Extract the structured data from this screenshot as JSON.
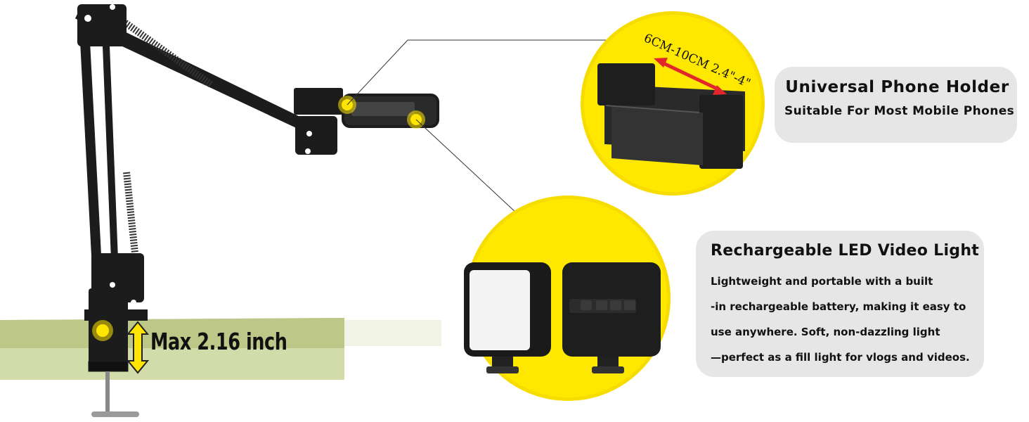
{
  "phone_holder": {
    "title": "Universal Phone Holder",
    "subtitle": "Suitable For Most Mobile Phones",
    "width_label": "6CM-10CM 2.4\"-4\""
  },
  "led_light": {
    "title": "Rechargeable LED Video Light",
    "description_lines": [
      "Lightweight and portable with a built",
      "-in rechargeable battery, making it easy to",
      "use anywhere. Soft, non-dazzling light",
      "—perfect as a fill light for vlogs and videos."
    ]
  },
  "clamp": {
    "label": "Max 2.16 inch"
  },
  "colors": {
    "accent_yellow": "#ffe500",
    "card_gray": "#e6e6e6",
    "arrow_red": "#e3262b",
    "desk_green": "#c9d39c",
    "product_black": "#1c1c1c"
  }
}
